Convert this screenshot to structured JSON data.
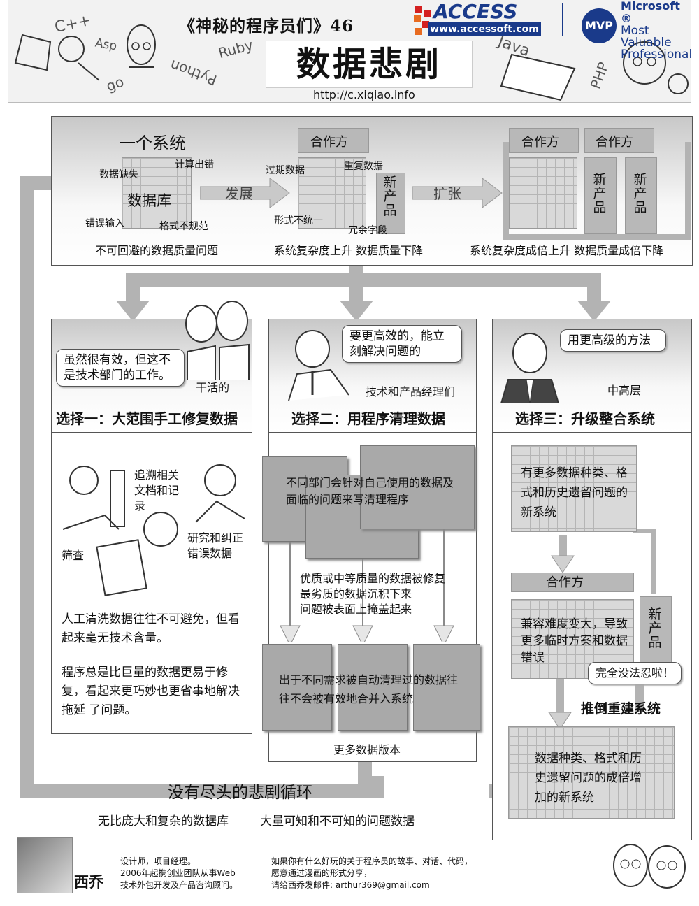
{
  "header": {
    "series_title": "《神秘的程序员们》46",
    "main_title": "数据悲剧",
    "url": "http://c.xiqiao.info",
    "access_brand": "ACCESS",
    "access_url": "www.accessoft.com",
    "mvp_badge": "MVP",
    "ms_line1": "Microsoft ®",
    "ms_line2": "Most Valuable",
    "ms_line3": "Professional",
    "doodles": [
      "C++",
      "Asp",
      "Ruby",
      "Python",
      "go",
      "PHP",
      "Java"
    ]
  },
  "system": {
    "title": "一个系统",
    "database": "数据库",
    "evolve": "发展",
    "expand": "扩张",
    "partner": "合作方",
    "new_product": "新产品",
    "db_issues": [
      "数据缺失",
      "计算出错",
      "错误输入",
      "格式不规范"
    ],
    "mid_issues": [
      "过期数据",
      "重复数据",
      "形式不统一",
      "冗余字段"
    ],
    "caption1": "不可回避的数据质量问题",
    "caption2": "系统复杂度上升  数据质量下降",
    "caption3": "系统复杂度成倍上升  数据质量成倍下降"
  },
  "choice1": {
    "bubble": "虽然很有效，但这不是技术部门的工作。",
    "who": "干活的",
    "title": "选择一：大范围手工修复数据",
    "label_trace": "追溯相关文档和记录",
    "label_filter": "筛查",
    "label_fix": "研究和纠正错误数据",
    "para1": "人工清洗数据往往不可避免，但看起来毫无技术含量。",
    "para2": "程序总是比巨量的数据更易于修复，看起来更巧妙也更省事地解决 拖延 了问题。"
  },
  "choice2": {
    "bubble": "要更高效的，能立刻解决问题的",
    "who": "技术和产品经理们",
    "title": "选择二：用程序清理数据",
    "top_box": "不同部门会针对自己使用的数据及面临的问题来写清理程序",
    "middle": "优质或中等质量的数据被修复\n最劣质的数据沉积下来\n问题被表面上掩盖起来",
    "bottom_box": "出于不同需求被自动清理过的数据往往不会被有效地合并入系统",
    "versions": "更多数据版本"
  },
  "choice3": {
    "bubble": "用更高级的方法",
    "who": "中高层",
    "title": "选择三：升级整合系统",
    "box1": "有更多数据种类、格式和历史遗留问题的新系统",
    "partner": "合作方",
    "new_product": "新产品",
    "box2": "兼容难度变大，导致更多临时方案和数据错误",
    "shout": "完全没法忍啦！",
    "rebuild": "推倒重建系统",
    "box3": "数据种类、格式和历史遗留问题的成倍增加的新系统"
  },
  "loop": {
    "title": "没有尽头的悲剧循环",
    "sub1": "无比庞大和复杂的数据库",
    "sub2": "大量可知和不可知的问题数据"
  },
  "footer": {
    "name": "西乔",
    "bio": "设计师，项目经理。\n2006年起携创业团队从事Web\n技术外包开发及产品咨询顾问。",
    "invite": "如果你有什么好玩的关于程序员的故事、对话、代码，\n愿意通过漫画的形式分享，\n请给西乔发邮件: arthur369@gmail.com"
  }
}
